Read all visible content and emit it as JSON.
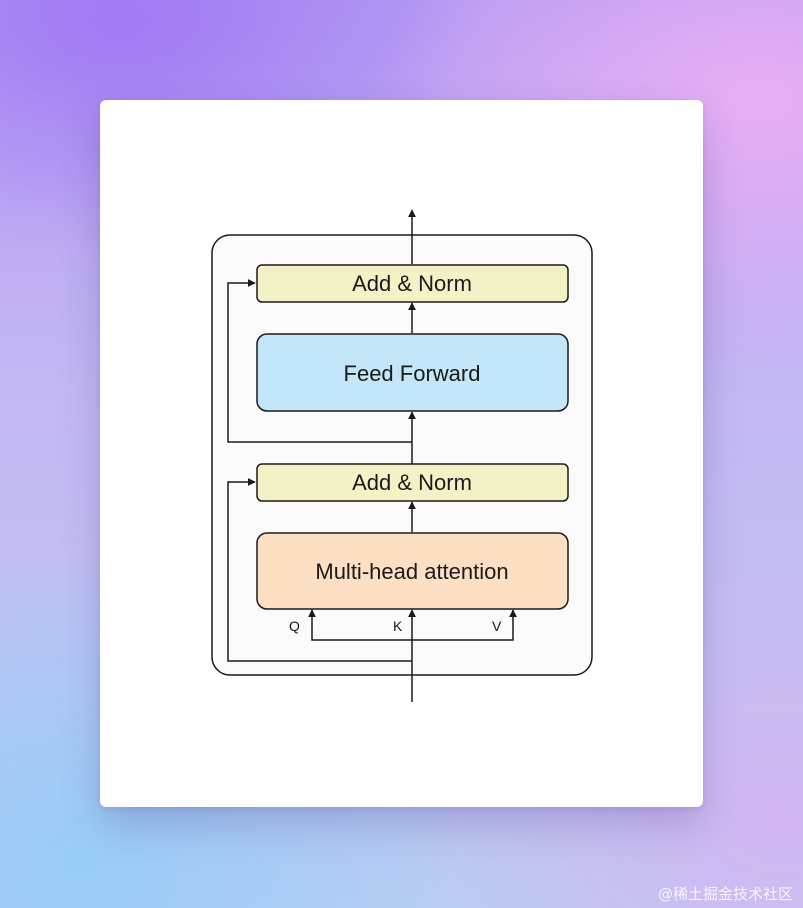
{
  "diagram": {
    "top_add_norm": "Add & Norm",
    "feed_forward": "Feed Forward",
    "bottom_add_norm": "Add & Norm",
    "attention": "Multi-head attention",
    "inputs": {
      "q": "Q",
      "k": "K",
      "v": "V"
    }
  },
  "colors": {
    "add_norm": "#f2f2c6",
    "feed_forward": "#c3e6f8",
    "attention": "#fde0c4",
    "outer_block": "#fbfbfb",
    "line": "#1a1a1a"
  },
  "watermark": "@稀土掘金技术社区"
}
